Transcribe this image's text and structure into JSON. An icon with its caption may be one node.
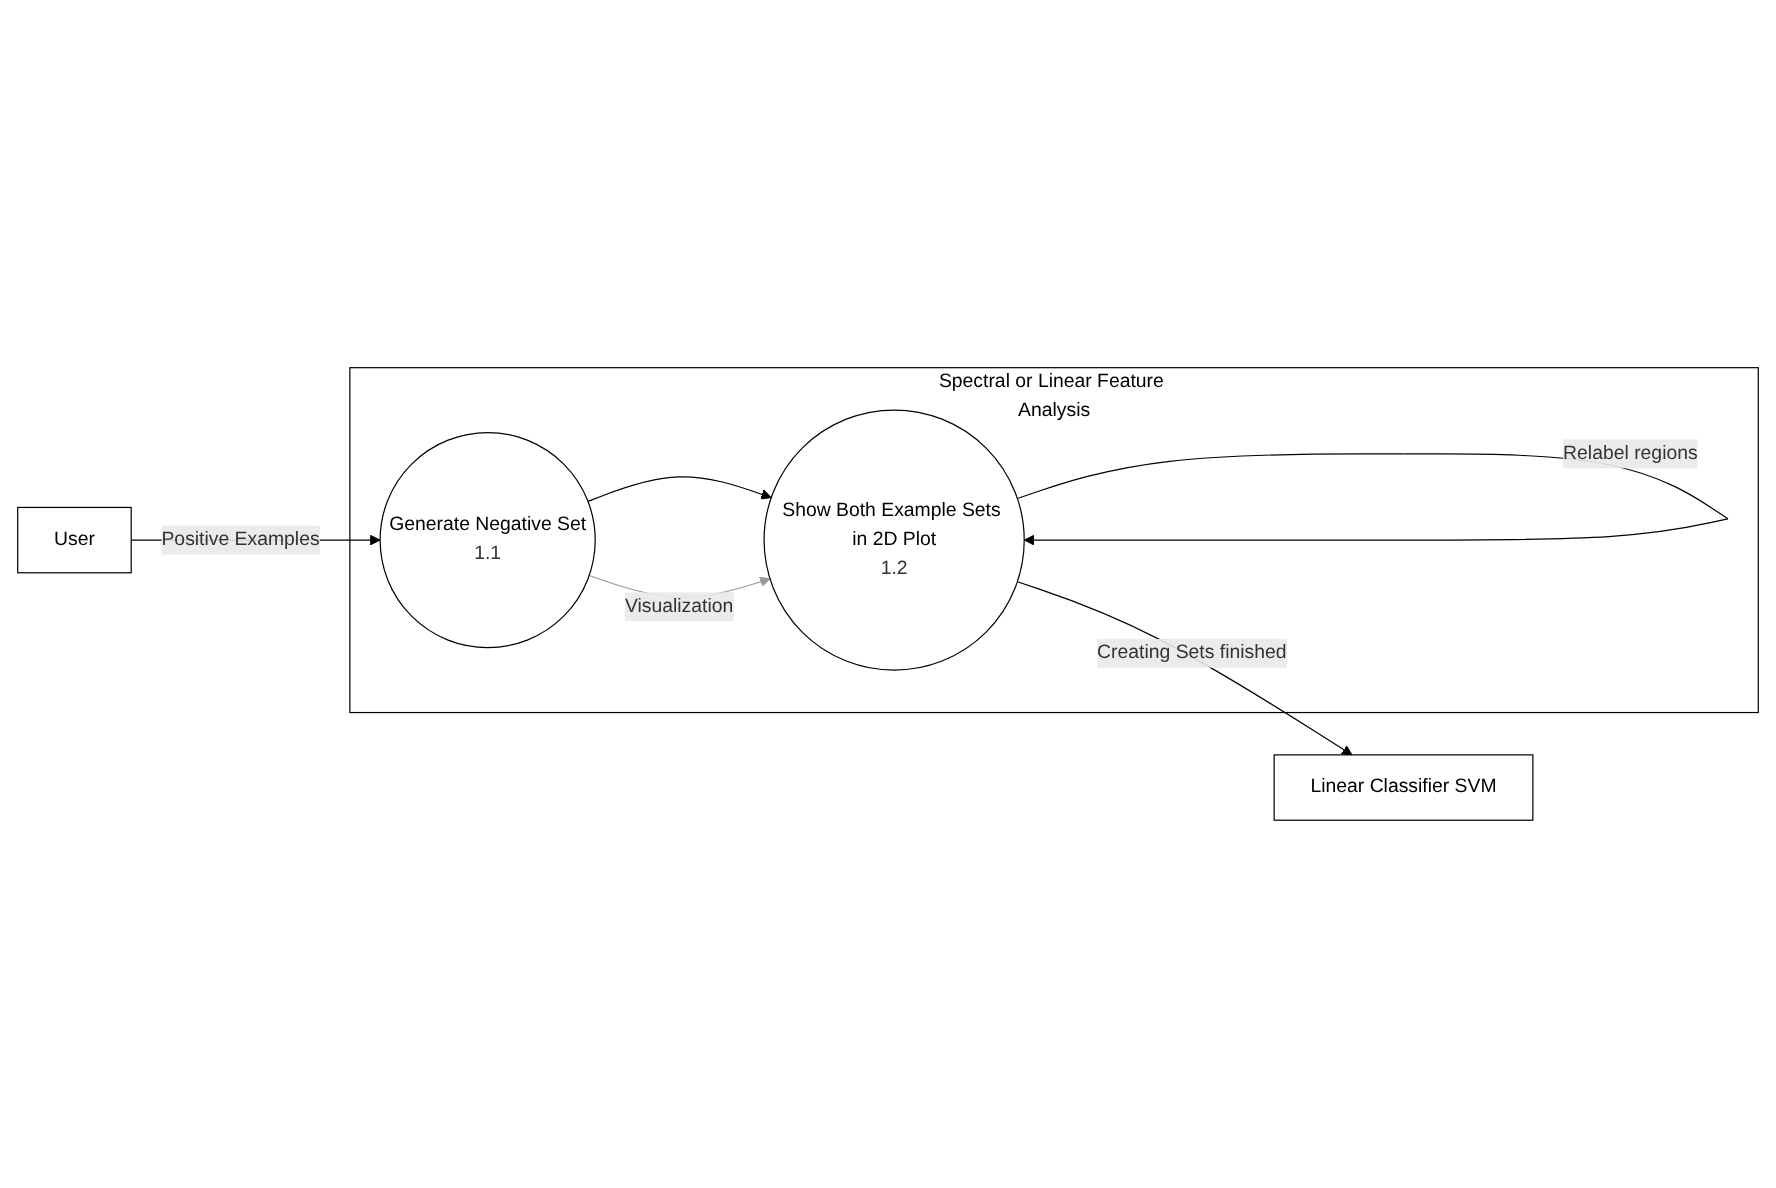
{
  "diagram": {
    "nodes": [
      {
        "text": [
          "Spectral or Linear Feature Analysis"
        ]
      },
      {
        "text": [
          "User"
        ]
      },
      {
        "text": [
          "Generate Negative Set",
          "1.1"
        ],
        "in": 0
      },
      {
        "text": [
          "Show Both Example Sets in 2D Plot",
          "1.2"
        ],
        "in": 0
      },
      {
        "text": [
          "Linear Classifier SVM"
        ]
      }
    ],
    "edges": [
      {
        "from": 1,
        "to": 2,
        "arrow": "to",
        "label": "Positive Examples"
      },
      {
        "from": 2,
        "to": 3,
        "arrow": "to"
      },
      {
        "from": 2,
        "to": 3,
        "arrow": "to",
        "label": "Visualization",
        "color": "#999999"
      },
      {
        "from": 3,
        "to": 3,
        "arrow": "to",
        "label": "Relabel regions"
      },
      {
        "from": 3,
        "to": 4,
        "arrow": "to",
        "label": "Creating Sets finished"
      }
    ]
  }
}
